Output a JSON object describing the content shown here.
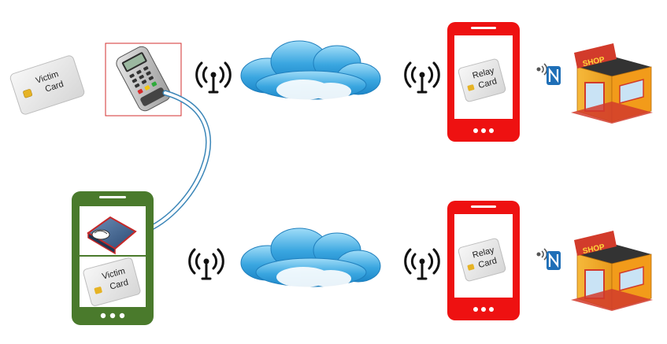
{
  "labels": {
    "victim_card_top": [
      "Victim",
      "Card"
    ],
    "relay_card_top": [
      "Relay",
      "Card"
    ],
    "victim_card_bottom": [
      "Victim",
      "Card"
    ],
    "relay_card_bottom": [
      "Relay",
      "Card"
    ],
    "shop_sign_top": "SHOP",
    "shop_sign_bottom": "SHOP"
  },
  "colors": {
    "green_phone": "#4a7a2c",
    "red_phone": "#ee1111",
    "cloud": "#4fb3e6",
    "signal": "#111111",
    "reader_border": "#d32f2f",
    "arrow": "#5aa9d6"
  },
  "icons": [
    "card-icon",
    "pos-terminal-icon",
    "antenna-icon",
    "cloud-icon",
    "phone-icon",
    "nfc-icon",
    "shop-icon",
    "card-reader-icon",
    "arrow-icon"
  ]
}
